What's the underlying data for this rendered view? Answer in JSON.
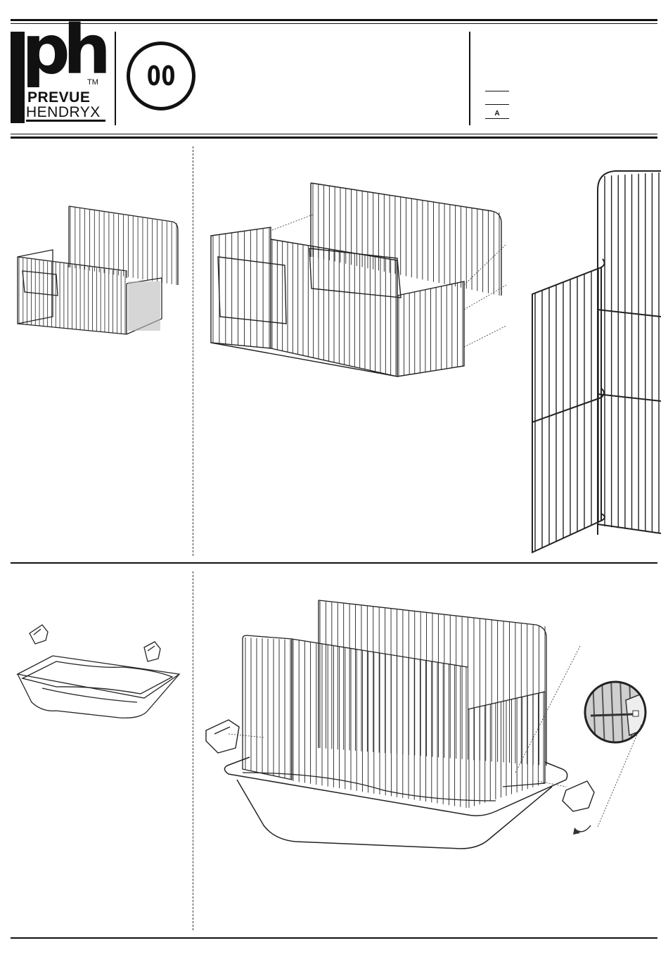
{
  "header": {
    "brand_initials": "ph",
    "brand_tm": "TM",
    "brand_line1": "PREVUE",
    "brand_line2": "HENDRYX",
    "step_number": "00",
    "revision_letter": "A"
  },
  "illustrations": {
    "step1_small": "panel-assembly-preview",
    "step1_large": "panel-assembly-exploded",
    "step1_detail": "panel-hook-detail",
    "step2_small": "base-and-clips-preview",
    "step2_large": "cage-on-base-with-clips",
    "step2_detail": "clip-detail-magnified"
  }
}
